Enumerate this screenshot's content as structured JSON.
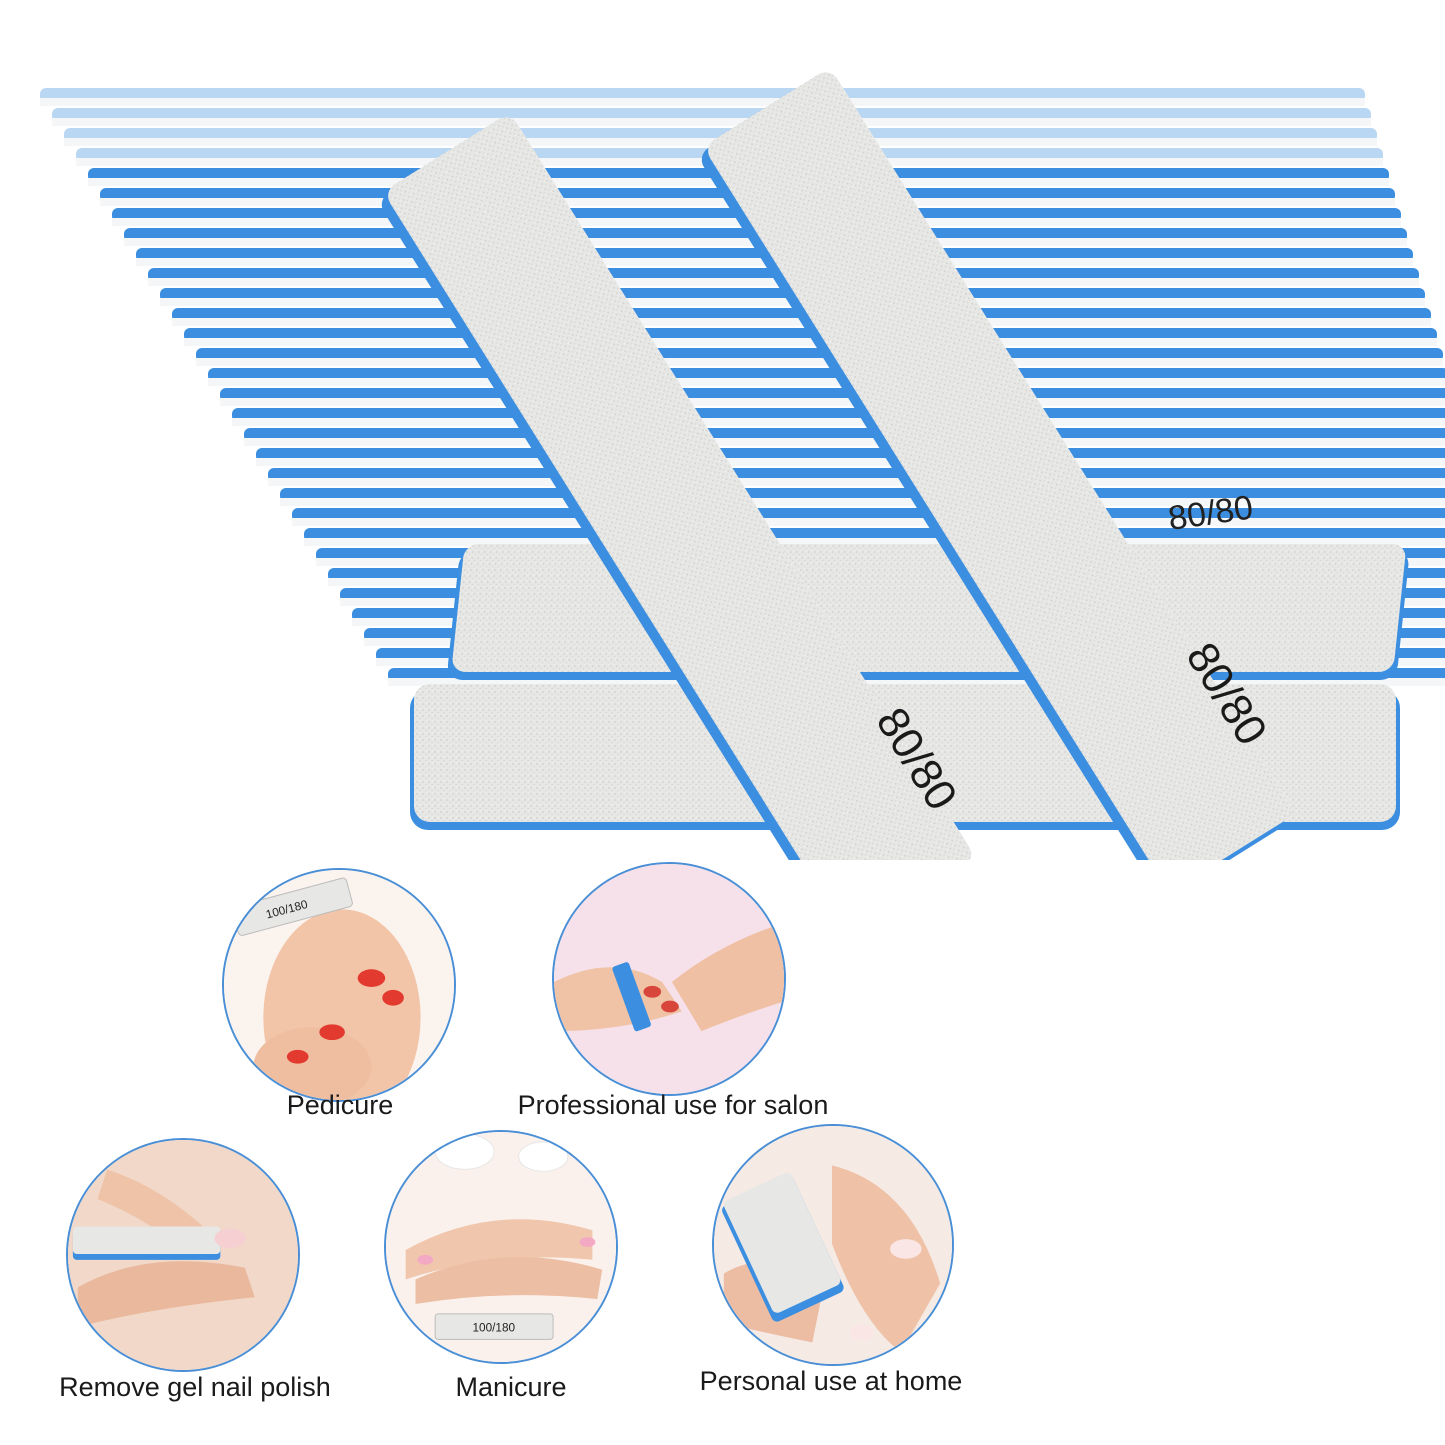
{
  "product": {
    "grit_labels": [
      "80/80",
      "80/80",
      "80/80"
    ],
    "colors": {
      "core_blue": "#3b8ee0",
      "surface_gray": "#e6e6e4",
      "outline": "#4a8fd6"
    }
  },
  "uses": [
    {
      "caption": "Pedicure",
      "file_label": "100/180",
      "scene": "toes"
    },
    {
      "caption": "Professional use for salon",
      "scene": "salon-hands"
    },
    {
      "caption": "Remove gel nail polish",
      "scene": "filing-nail"
    },
    {
      "caption": "Manicure",
      "file_label": "100/180",
      "scene": "hands"
    },
    {
      "caption": "Personal use at home",
      "scene": "home-filing"
    }
  ]
}
